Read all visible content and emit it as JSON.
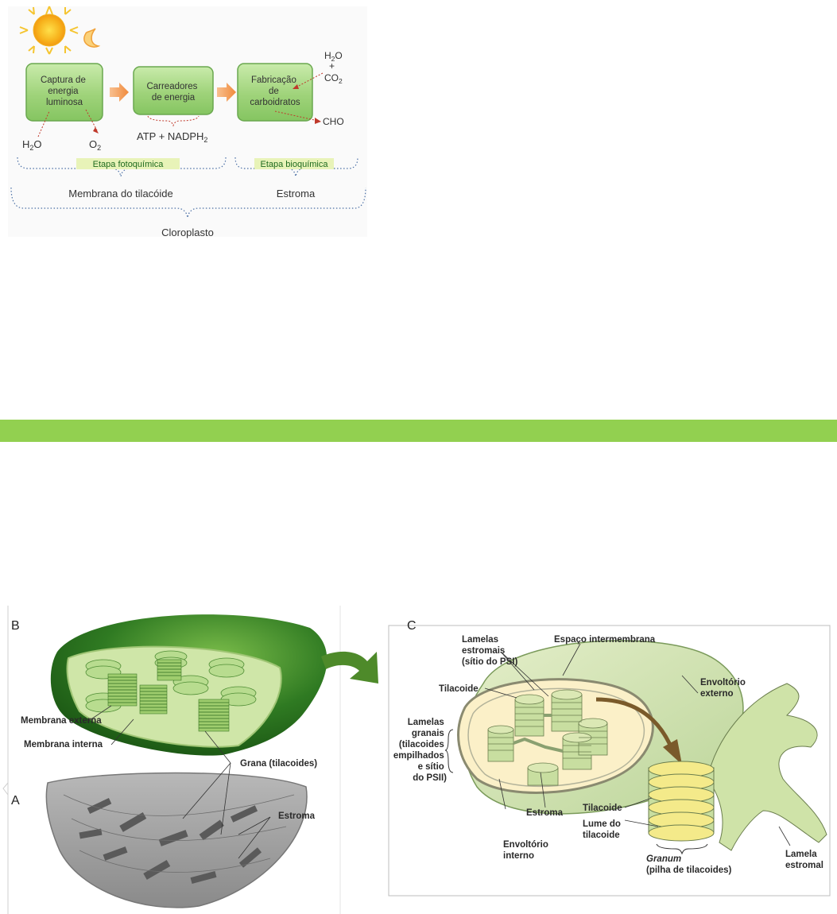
{
  "top_diagram": {
    "box1": [
      "Captura de",
      "energia",
      "luminosa"
    ],
    "box2": [
      "Carreadores",
      "de energia"
    ],
    "box3": [
      "Fabricação",
      "de",
      "carboidratos"
    ],
    "h2o_in": {
      "main": "H",
      "sub": "2",
      "tail": "O"
    },
    "o2_out": {
      "main": "O",
      "sub": "2"
    },
    "carriers": {
      "main": "ATP + NADPH",
      "sub": "2"
    },
    "h2o_right": {
      "main": "H",
      "sub": "2",
      "tail": "O"
    },
    "plus": "+",
    "co2": {
      "main": "CO",
      "sub": "2"
    },
    "cho": "CHO",
    "stage_photo": "Etapa fotoquímica",
    "stage_bio": "Etapa bioquímica",
    "membrane": "Membrana do tilacóide",
    "stroma": "Estroma",
    "chloroplast": "Cloroplasto",
    "colors": {
      "box_fill": "#9fd37a",
      "box_border": "#6aa84f",
      "arrow": "#f29a55",
      "highlight": "#e8f3b8",
      "bracket": "#4a6fa5"
    }
  },
  "divider": {
    "color": "#92d050"
  },
  "bottom_diagram": {
    "panel_b": "B",
    "panel_a": "A",
    "panel_c": "C",
    "membrana_externa": "Membrana externa",
    "membrana_interna": "Membrana interna",
    "grana": "Grana (tilacoides)",
    "estroma_a": "Estroma",
    "lamelas_estromais": [
      "Lamelas",
      "estromais",
      "(sítio do PSI)"
    ],
    "espaco_intermembrana": "Espaço intermembrana",
    "tilacoide_1": "Tilacoide",
    "envoltorio_externo": [
      "Envoltório",
      "externo"
    ],
    "lamelas_granais": [
      "Lamelas",
      "granais",
      "(tilacoides",
      "empilhados",
      "e sítio",
      "do PSII)"
    ],
    "estroma_c": "Estroma",
    "tilacoide_2": "Tilacoide",
    "lume": [
      "Lume do",
      "tilacoide"
    ],
    "envoltorio_interno": [
      "Envoltório",
      "interno"
    ],
    "granum": "Granum",
    "pilha": "(pilha de tilacoides)",
    "lamela_estromal": [
      "Lamela",
      "estromal"
    ]
  }
}
